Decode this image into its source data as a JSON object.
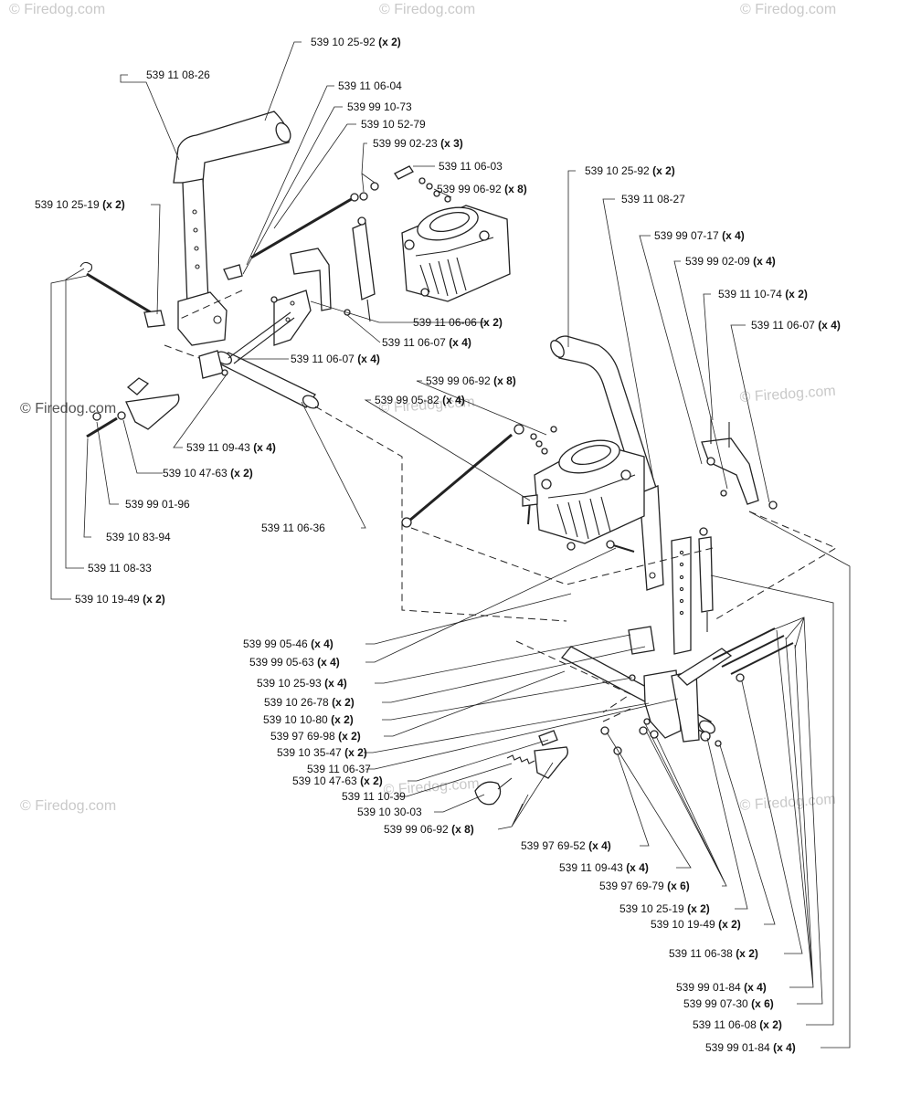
{
  "watermark": {
    "text": "© Firedog.com",
    "text_top": "© Firedog.com"
  },
  "labels": {
    "l01": {
      "part": "539 10 25-92",
      "qty": "(x 2)"
    },
    "l02": {
      "part": "539 11 08-26",
      "qty": ""
    },
    "l03": {
      "part": "539 11 06-04",
      "qty": ""
    },
    "l04": {
      "part": "539 99 10-73",
      "qty": ""
    },
    "l05": {
      "part": "539 10 52-79",
      "qty": ""
    },
    "l06": {
      "part": "539 99 02-23",
      "qty": "(x 3)"
    },
    "l07": {
      "part": "539 11 06-03",
      "qty": ""
    },
    "l08": {
      "part": "539 99 06-92",
      "qty": "(x 8)"
    },
    "l09": {
      "part": "539 10 25-19",
      "qty": "(x 2)"
    },
    "l10": {
      "part": "539 11 06-06",
      "qty": "(x 2)"
    },
    "l11": {
      "part": "539 11 06-07",
      "qty": "(x 4)"
    },
    "l12": {
      "part": "539 11 06-07",
      "qty": "(x 4)"
    },
    "l13": {
      "part": "539 11 09-43",
      "qty": "(x 4)"
    },
    "l14": {
      "part": "539 10 47-63",
      "qty": "(x 2)"
    },
    "l15": {
      "part": "539 99 01-96",
      "qty": ""
    },
    "l16": {
      "part": "539 11 06-36",
      "qty": ""
    },
    "l17": {
      "part": "539 10 83-94",
      "qty": ""
    },
    "l18": {
      "part": "539 11 08-33",
      "qty": ""
    },
    "l19": {
      "part": "539 10 19-49",
      "qty": "(x 2)"
    },
    "r01": {
      "part": "539 10 25-92",
      "qty": "(x 2)"
    },
    "r02": {
      "part": "539 11 08-27",
      "qty": ""
    },
    "r03": {
      "part": "539 99 07-17",
      "qty": "(x 4)"
    },
    "r04": {
      "part": "539 99 02-09",
      "qty": "(x 4)"
    },
    "r05": {
      "part": "539 11 10-74",
      "qty": "(x 2)"
    },
    "r06": {
      "part": "539 11 06-07",
      "qty": "(x 4)"
    },
    "r07": {
      "part": "539 99 06-92",
      "qty": "(x 8)"
    },
    "r08": {
      "part": "539 99 05-82",
      "qty": "(x 4)"
    },
    "b01": {
      "part": "539 99 05-46",
      "qty": "(x 4)"
    },
    "b02": {
      "part": "539 99 05-63",
      "qty": "(x 4)"
    },
    "b03": {
      "part": "539 10 25-93",
      "qty": "(x 4)"
    },
    "b04": {
      "part": "539 10 26-78",
      "qty": "(x 2)"
    },
    "b05": {
      "part": "539 10 10-80",
      "qty": "(x 2)"
    },
    "b06": {
      "part": "539 97 69-98",
      "qty": "(x 2)"
    },
    "b07": {
      "part": "539 10 35-47",
      "qty": "(x 2)"
    },
    "b08": {
      "part": "539 11 06-37",
      "qty": ""
    },
    "b09": {
      "part": "539 10 47-63",
      "qty": "(x 2)"
    },
    "b10": {
      "part": "539 11 10-39",
      "qty": ""
    },
    "b11": {
      "part": "539 10 30-03",
      "qty": ""
    },
    "b12": {
      "part": "539 99 06-92",
      "qty": "(x 8)"
    },
    "c01": {
      "part": "539 97 69-52",
      "qty": "(x 4)"
    },
    "c02": {
      "part": "539 11 09-43",
      "qty": "(x 4)"
    },
    "c03": {
      "part": "539 97 69-79",
      "qty": "(x 6)"
    },
    "c04": {
      "part": "539 10 25-19",
      "qty": "(x 2)"
    },
    "c05": {
      "part": "539 10 19-49",
      "qty": "(x 2)"
    },
    "c06": {
      "part": "539 11 06-38",
      "qty": "(x 2)"
    },
    "c07": {
      "part": "539 99 01-84",
      "qty": "(x 4)"
    },
    "c08": {
      "part": "539 99 07-30",
      "qty": "(x 6)"
    },
    "c09": {
      "part": "539 11 06-08",
      "qty": "(x 2)"
    },
    "c10": {
      "part": "539 99 01-84",
      "qty": "(x 4)"
    }
  }
}
